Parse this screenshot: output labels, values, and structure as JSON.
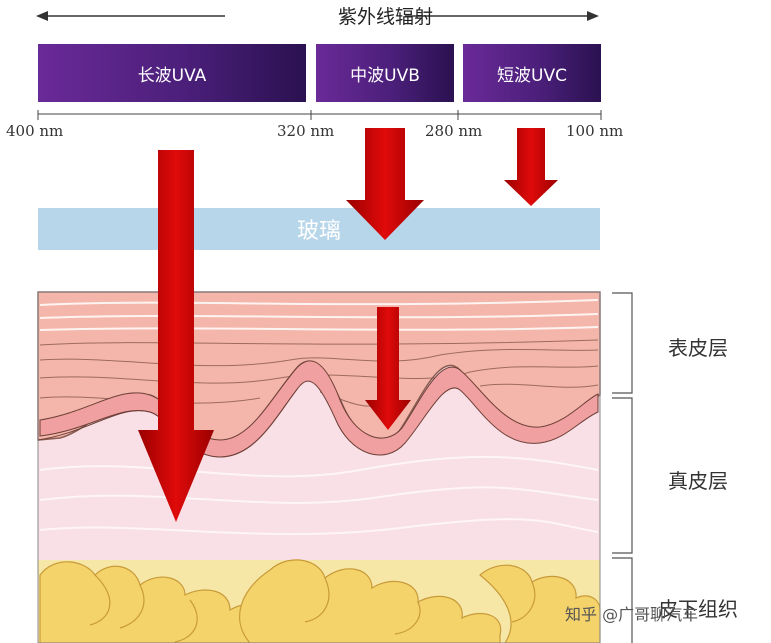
{
  "header": {
    "title": "紫外线辐射"
  },
  "bands": [
    {
      "label": "长波UVA"
    },
    {
      "label": "中波UVB"
    },
    {
      "label": "短波UVC"
    }
  ],
  "ticks": [
    "400 nm",
    "320 nm",
    "280 nm",
    "100 nm"
  ],
  "glass": {
    "label": "玻璃"
  },
  "layers": [
    {
      "label": "表皮层"
    },
    {
      "label": "真皮层"
    },
    {
      "label": "皮下组织"
    }
  ],
  "watermark": {
    "text": "知乎 @广哥聊汽车"
  },
  "colors": {
    "band": "#4b1f7a",
    "arrow": "#c40000",
    "glass": "#b8d6ea",
    "epidermis": "#f4b6aa",
    "dermis": "#f9dfe6",
    "fat": "#f3d36a"
  }
}
